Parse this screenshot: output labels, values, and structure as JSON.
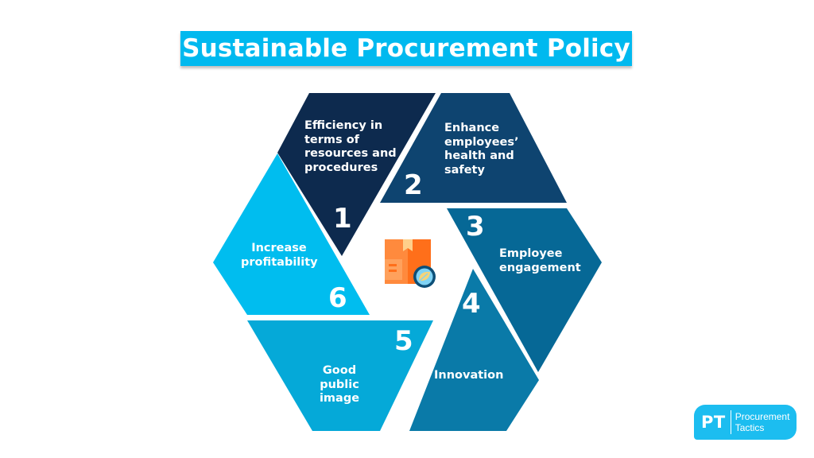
{
  "title": "Sustainable Procurement Policy",
  "colors": {
    "title_bg": "#00b9ef",
    "segment_1": "#0d2a4e",
    "segment_2": "#0e4470",
    "segment_3": "#066896",
    "segment_4": "#0a7aa8",
    "segment_5": "#05a9d8",
    "segment_6": "#00bdef",
    "icon_box": "#ff7a2a",
    "logo_bg": "#1cbdf0"
  },
  "segments": [
    {
      "number": "1",
      "label": "Efficiency in terms of resources and procedures",
      "lines": [
        "Efficiency in",
        "terms of",
        "resources and",
        "procedures"
      ]
    },
    {
      "number": "2",
      "label": "Enhance employees' health and safety",
      "lines": [
        "Enhance",
        "employees’",
        "health and",
        "safety"
      ]
    },
    {
      "number": "3",
      "label": "Employee engagement",
      "lines": [
        "Employee",
        "engagement"
      ]
    },
    {
      "number": "4",
      "label": "Innovation",
      "lines": [
        "Innovation"
      ]
    },
    {
      "number": "5",
      "label": "Good public image",
      "lines": [
        "Good public",
        "image"
      ]
    },
    {
      "number": "6",
      "label": "Increase profitability",
      "lines": [
        "Increase",
        "profitability"
      ]
    }
  ],
  "center_icon": "package-leaf-icon",
  "logo": {
    "initials": "PT",
    "line1": "Procurement",
    "line2": "Tactics"
  }
}
